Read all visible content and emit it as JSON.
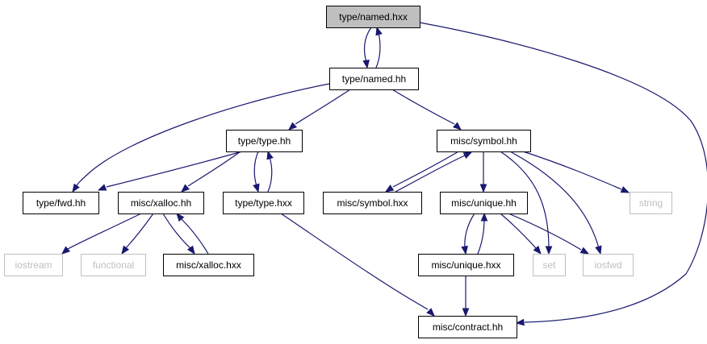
{
  "graph": {
    "colors": {
      "edge": "#191970",
      "root_fill": "#bfbfbf",
      "box_border": "#000000",
      "external_border": "#bfbfbf",
      "external_text": "#bfbfbf"
    },
    "nodes": [
      {
        "id": "type_named_hxx",
        "label": "type/named.hxx",
        "kind": "root"
      },
      {
        "id": "type_named_hh",
        "label": "type/named.hh",
        "kind": "file"
      },
      {
        "id": "type_type_hh",
        "label": "type/type.hh",
        "kind": "file"
      },
      {
        "id": "misc_symbol_hh",
        "label": "misc/symbol.hh",
        "kind": "file"
      },
      {
        "id": "type_fwd_hh",
        "label": "type/fwd.hh",
        "kind": "file"
      },
      {
        "id": "misc_xalloc_hh",
        "label": "misc/xalloc.hh",
        "kind": "file"
      },
      {
        "id": "type_type_hxx",
        "label": "type/type.hxx",
        "kind": "file"
      },
      {
        "id": "misc_symbol_hxx",
        "label": "misc/symbol.hxx",
        "kind": "file"
      },
      {
        "id": "misc_unique_hh",
        "label": "misc/unique.hh",
        "kind": "file"
      },
      {
        "id": "string",
        "label": "string",
        "kind": "external"
      },
      {
        "id": "iostream",
        "label": "iostream",
        "kind": "external"
      },
      {
        "id": "functional",
        "label": "functional",
        "kind": "external"
      },
      {
        "id": "misc_xalloc_hxx",
        "label": "misc/xalloc.hxx",
        "kind": "file"
      },
      {
        "id": "misc_unique_hxx",
        "label": "misc/unique.hxx",
        "kind": "file"
      },
      {
        "id": "set",
        "label": "set",
        "kind": "external"
      },
      {
        "id": "iosfwd",
        "label": "iosfwd",
        "kind": "external"
      },
      {
        "id": "misc_contract_hh",
        "label": "misc/contract.hh",
        "kind": "file"
      }
    ],
    "edges": [
      {
        "from": "type_named_hxx",
        "to": "type_named_hh"
      },
      {
        "from": "type_named_hh",
        "to": "type_named_hxx"
      },
      {
        "from": "type_named_hxx",
        "to": "misc_contract_hh"
      },
      {
        "from": "type_named_hh",
        "to": "type_type_hh"
      },
      {
        "from": "type_named_hh",
        "to": "misc_symbol_hh"
      },
      {
        "from": "type_named_hh",
        "to": "type_fwd_hh"
      },
      {
        "from": "type_type_hh",
        "to": "type_fwd_hh"
      },
      {
        "from": "type_type_hh",
        "to": "misc_xalloc_hh"
      },
      {
        "from": "type_type_hh",
        "to": "type_type_hxx"
      },
      {
        "from": "type_type_hxx",
        "to": "type_type_hh"
      },
      {
        "from": "type_type_hxx",
        "to": "misc_contract_hh"
      },
      {
        "from": "misc_xalloc_hh",
        "to": "iostream"
      },
      {
        "from": "misc_xalloc_hh",
        "to": "functional"
      },
      {
        "from": "misc_xalloc_hh",
        "to": "misc_xalloc_hxx"
      },
      {
        "from": "misc_xalloc_hxx",
        "to": "misc_xalloc_hh"
      },
      {
        "from": "misc_symbol_hh",
        "to": "misc_symbol_hxx"
      },
      {
        "from": "misc_symbol_hxx",
        "to": "misc_symbol_hh"
      },
      {
        "from": "misc_symbol_hh",
        "to": "misc_unique_hh"
      },
      {
        "from": "misc_symbol_hh",
        "to": "string"
      },
      {
        "from": "misc_symbol_hh",
        "to": "set"
      },
      {
        "from": "misc_symbol_hh",
        "to": "iosfwd"
      },
      {
        "from": "misc_unique_hh",
        "to": "misc_unique_hxx"
      },
      {
        "from": "misc_unique_hxx",
        "to": "misc_unique_hh"
      },
      {
        "from": "misc_unique_hh",
        "to": "set"
      },
      {
        "from": "misc_unique_hh",
        "to": "iosfwd"
      },
      {
        "from": "misc_unique_hxx",
        "to": "misc_contract_hh"
      }
    ]
  }
}
